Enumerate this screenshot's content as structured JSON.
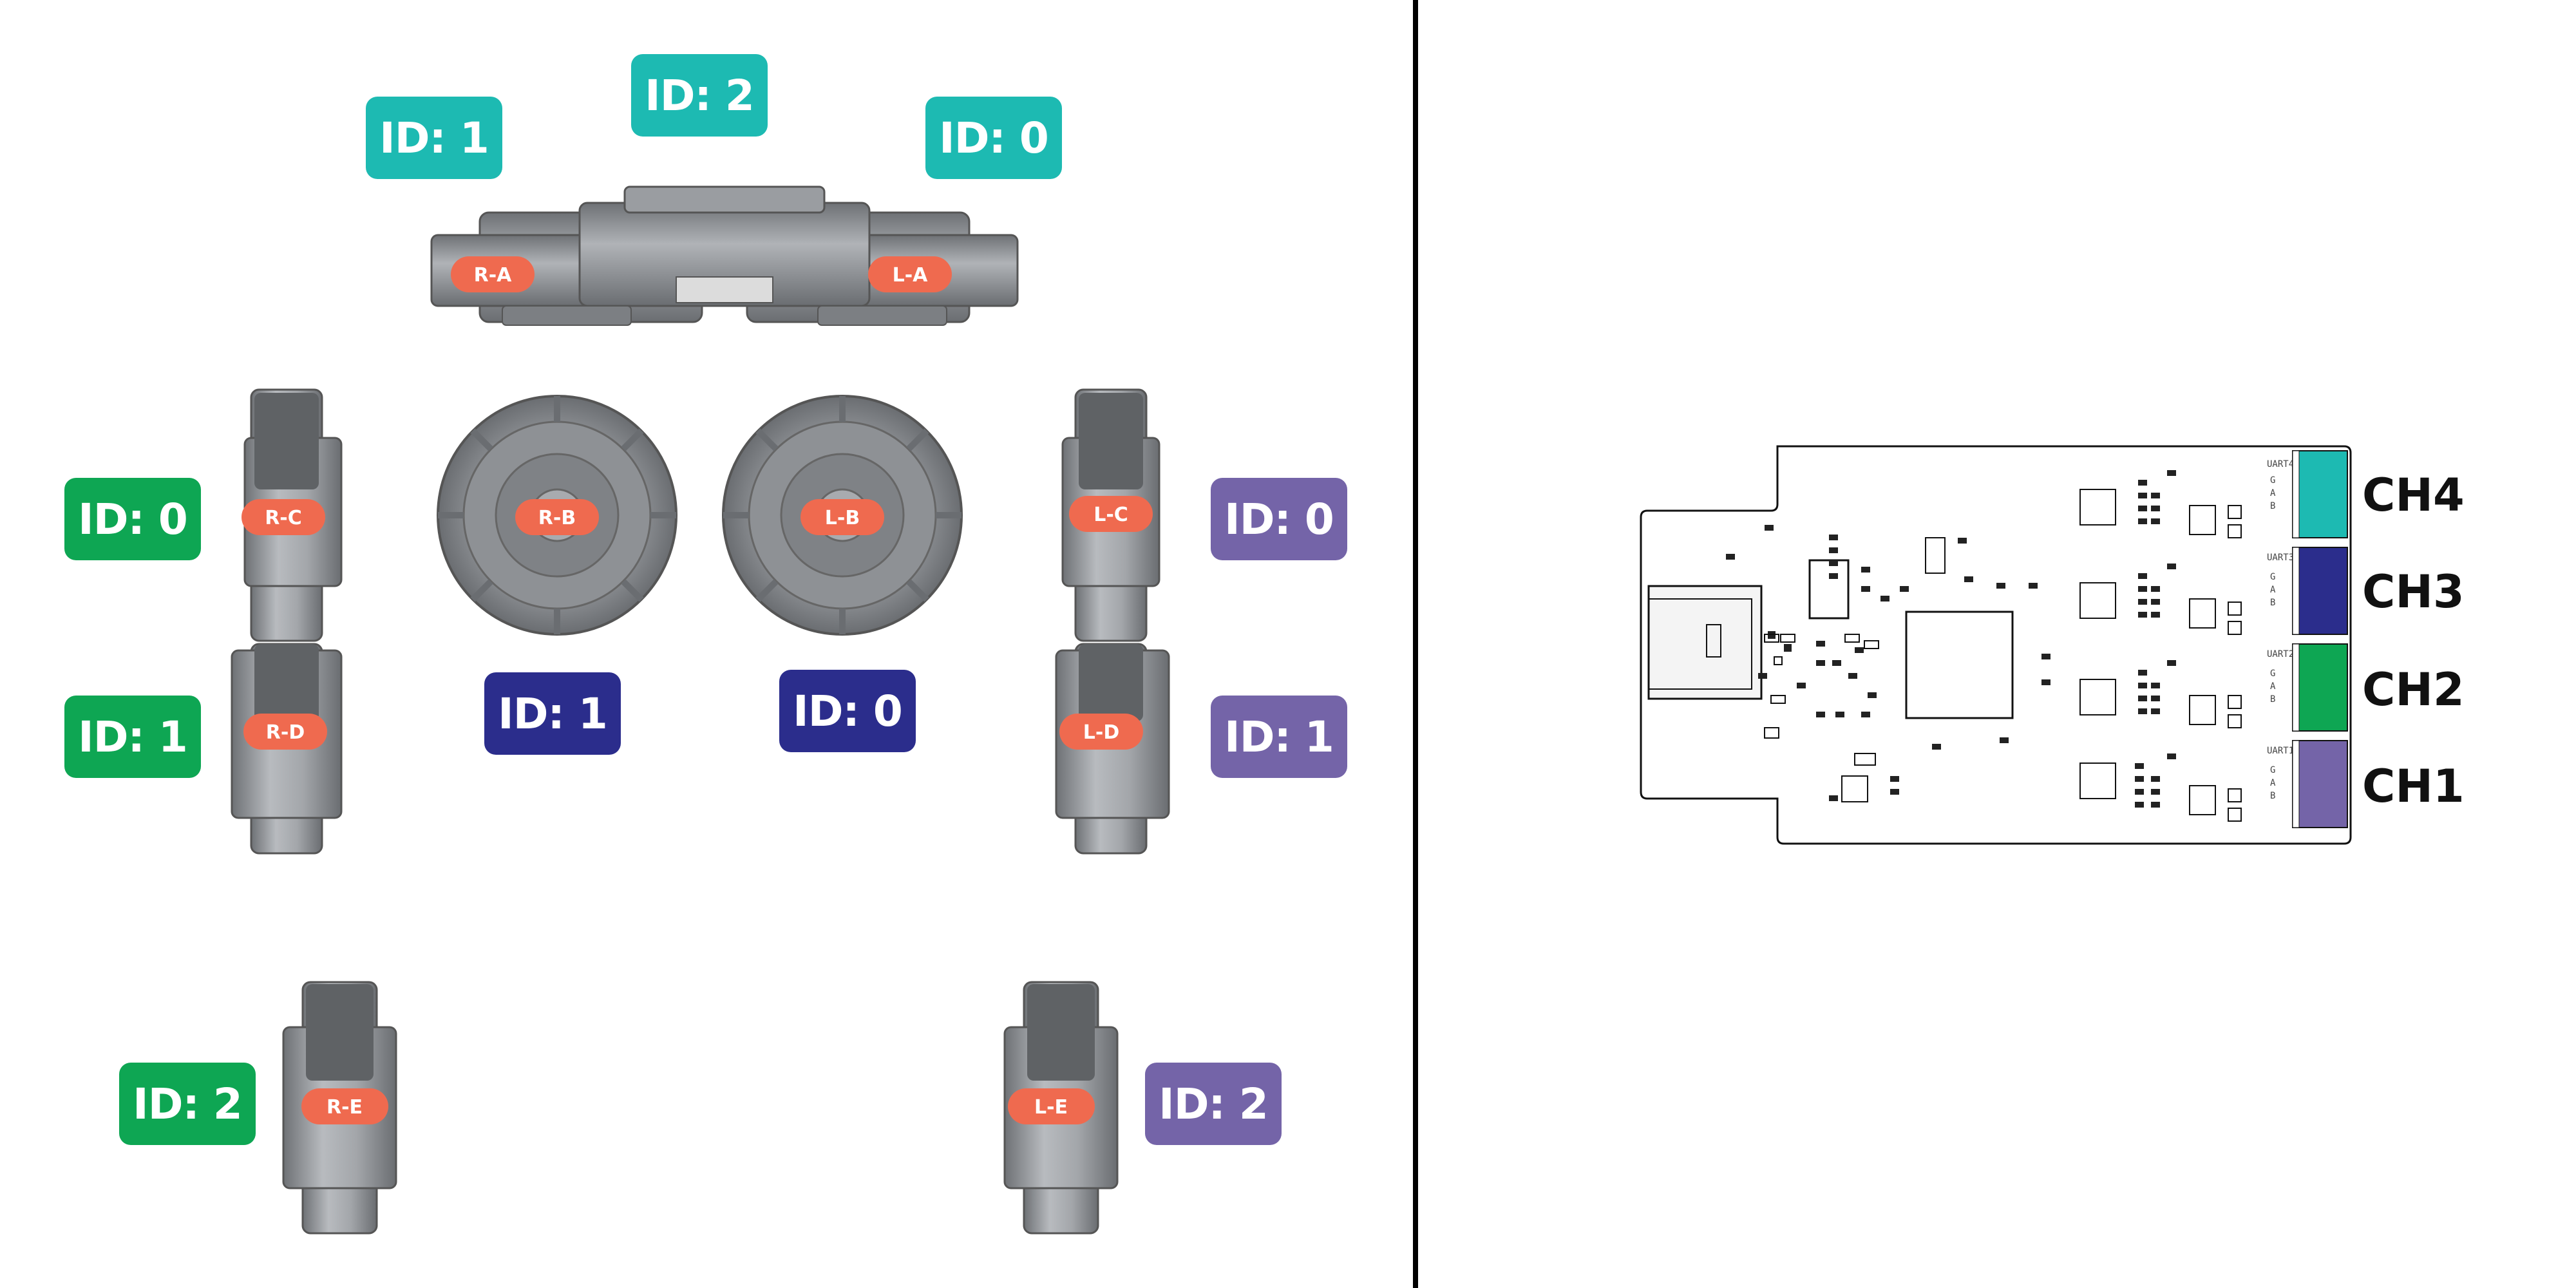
{
  "colors": {
    "teal": "#1dbab2",
    "green": "#0ea653",
    "navy": "#2b2d8c",
    "purple": "#7464a8",
    "tag": "#ef6a4f",
    "metal": "#8f9296",
    "metal_dark": "#5f6265"
  },
  "left_panel": {
    "id_labels": [
      {
        "name": "top-center-id",
        "text": "ID: 2",
        "color": "teal"
      },
      {
        "name": "top-left-id",
        "text": "ID: 1",
        "color": "teal"
      },
      {
        "name": "top-right-id",
        "text": "ID: 0",
        "color": "teal"
      },
      {
        "name": "r-c-id",
        "text": "ID: 0",
        "color": "green"
      },
      {
        "name": "r-d-id",
        "text": "ID: 1",
        "color": "green"
      },
      {
        "name": "r-e-id",
        "text": "ID: 2",
        "color": "green"
      },
      {
        "name": "r-b-id",
        "text": "ID: 1",
        "color": "navy"
      },
      {
        "name": "l-b-id",
        "text": "ID: 0",
        "color": "navy"
      },
      {
        "name": "l-c-id",
        "text": "ID: 0",
        "color": "purple"
      },
      {
        "name": "l-d-id",
        "text": "ID: 1",
        "color": "purple"
      },
      {
        "name": "l-e-id",
        "text": "ID: 2",
        "color": "purple"
      }
    ],
    "motor_tags": [
      "R-A",
      "L-A",
      "R-B",
      "L-B",
      "R-C",
      "L-C",
      "R-D",
      "L-D",
      "R-E",
      "L-E"
    ]
  },
  "right_panel": {
    "channels": [
      {
        "label": "CH4",
        "color": "teal",
        "uart": "UART4"
      },
      {
        "label": "CH3",
        "color": "navy",
        "uart": "UART3"
      },
      {
        "label": "CH2",
        "color": "green",
        "uart": "UART2"
      },
      {
        "label": "CH1",
        "color": "purple",
        "uart": "UART1"
      }
    ],
    "pin_labels": [
      "G",
      "A",
      "B"
    ]
  }
}
